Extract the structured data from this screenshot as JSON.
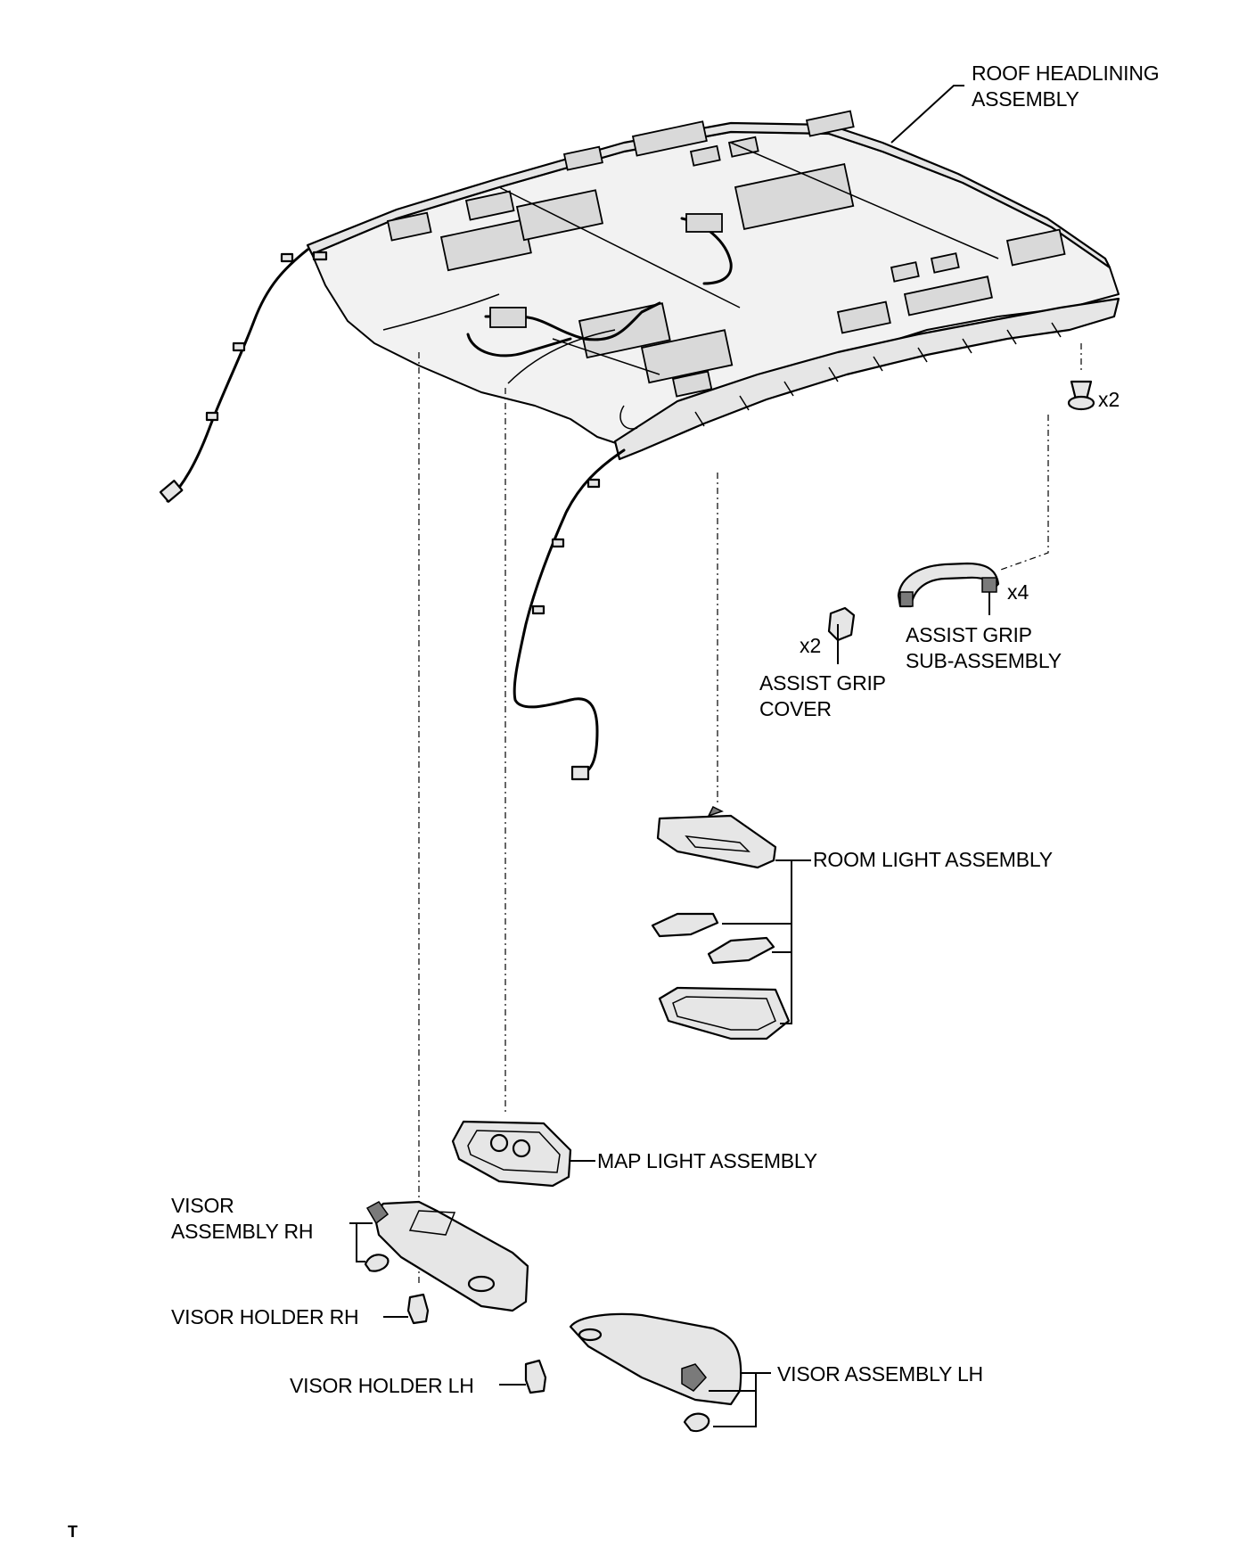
{
  "labels": {
    "roof_headlining": [
      "ROOF HEADLINING",
      "ASSEMBLY"
    ],
    "assist_grip_sub": [
      "ASSIST GRIP",
      "SUB-ASSEMBLY"
    ],
    "assist_grip_cover": [
      "ASSIST GRIP",
      "COVER"
    ],
    "room_light": "ROOM LIGHT ASSEMBLY",
    "map_light": "MAP LIGHT ASSEMBLY",
    "visor_rh": [
      "VISOR",
      "ASSEMBLY RH"
    ],
    "visor_holder_rh": "VISOR HOLDER RH",
    "visor_holder_lh": "VISOR HOLDER LH",
    "visor_lh": "VISOR ASSEMBLY LH"
  },
  "quantities": {
    "clip": "x2",
    "assist_grip": "x4",
    "assist_grip_cover": "x2"
  },
  "footer": "T"
}
